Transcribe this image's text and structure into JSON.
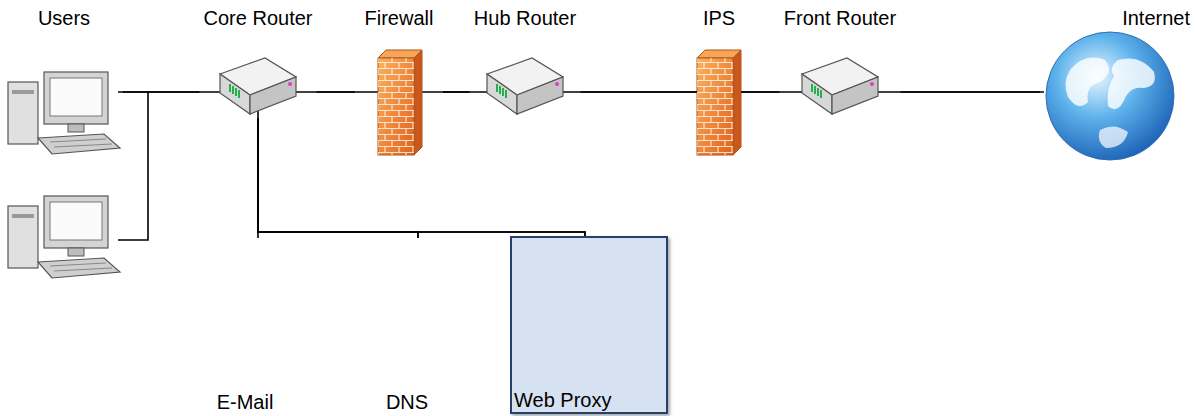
{
  "diagram": {
    "nodes": [
      {
        "text": [
          "Users"
        ]
      },
      {
        "text": [
          "Core Router"
        ]
      },
      {
        "text": [
          "Firewall"
        ]
      },
      {
        "text": [
          "Hub Router"
        ]
      },
      {
        "text": [
          "IPS"
        ]
      },
      {
        "text": [
          "Front Router"
        ]
      },
      {
        "text": [
          "Internet"
        ]
      },
      {
        "text": [
          "E-Mail"
        ]
      },
      {
        "text": [
          "DNS"
        ]
      },
      {
        "text": [
          "Web Proxy"
        ]
      }
    ],
    "edges": [
      {
        "from": 0,
        "to": 1,
        "arrow": "none"
      },
      {
        "from": 1,
        "to": 2,
        "arrow": "none"
      },
      {
        "from": 2,
        "to": 3,
        "arrow": "none"
      },
      {
        "from": 3,
        "to": 4,
        "arrow": "none"
      },
      {
        "from": 4,
        "to": 5,
        "arrow": "none"
      },
      {
        "from": 5,
        "to": 6,
        "arrow": "none"
      },
      {
        "from": 1,
        "to": 7,
        "arrow": "none"
      },
      {
        "from": 1,
        "to": 8,
        "arrow": "none"
      },
      {
        "from": 1,
        "to": 9,
        "arrow": "none"
      }
    ]
  }
}
